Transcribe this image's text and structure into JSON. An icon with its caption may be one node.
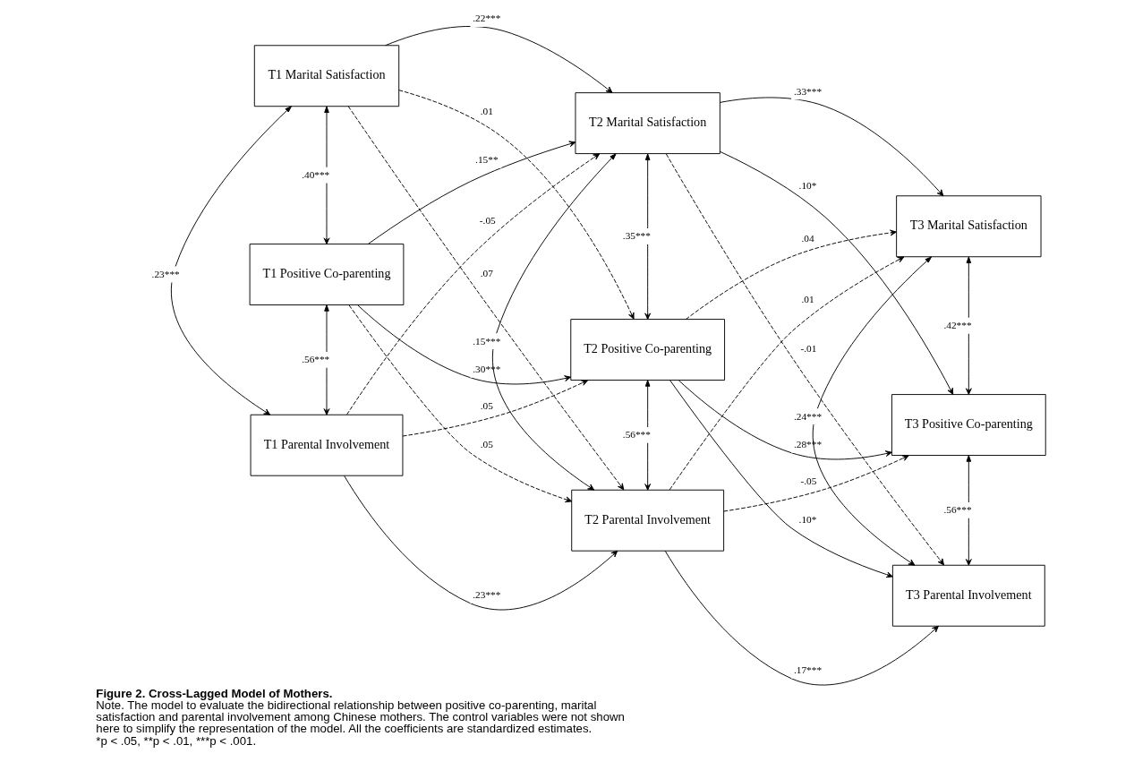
{
  "diagram": {
    "title": "Figure 2. Cross-Lagged Model of Mothers.",
    "caption": "Note. The model to evaluate the bidirectional relationship between positive co-parenting, marital satisfaction and parental involvement among Chinese mothers. The control variables were not shown here to simplify the representation of the model. All the coefficients are standardized estimates. *p < .05, **p < .01, ***p < .001.",
    "nodes": [
      {
        "text": [
          "T1 Marital Satisfaction"
        ]
      },
      {
        "text": [
          "T1 Positive Co-parenting"
        ]
      },
      {
        "text": [
          "T1 Parental Involvement"
        ]
      },
      {
        "text": [
          "T2 Marital Satisfaction"
        ]
      },
      {
        "text": [
          "T2 Positive Co-parenting"
        ]
      },
      {
        "text": [
          "T2 Parental Involvement"
        ]
      },
      {
        "text": [
          "T3 Marital Satisfaction"
        ]
      },
      {
        "text": [
          "T3 Positive Co-parenting"
        ]
      },
      {
        "text": [
          "T3 Parental Involvement"
        ]
      }
    ],
    "edges": [
      {
        "from": 0,
        "to": 3,
        "arrow": "to",
        "label": ".22***"
      },
      {
        "from": 0,
        "to": 4,
        "arrow": "to",
        "label": ".01",
        "style": "dashed"
      },
      {
        "from": 0,
        "to": 5,
        "arrow": "to",
        "label": ".07",
        "style": "dashed"
      },
      {
        "from": 1,
        "to": 3,
        "arrow": "to",
        "label": ".15**"
      },
      {
        "from": 1,
        "to": 4,
        "arrow": "to",
        "label": ".30***"
      },
      {
        "from": 1,
        "to": 5,
        "arrow": "to",
        "label": ".05",
        "style": "dashed"
      },
      {
        "from": 2,
        "to": 3,
        "arrow": "to",
        "label": "-.05",
        "style": "dashed"
      },
      {
        "from": 2,
        "to": 4,
        "arrow": "to",
        "label": ".05",
        "style": "dashed"
      },
      {
        "from": 2,
        "to": 5,
        "arrow": "to",
        "label": ".23***"
      },
      {
        "from": 3,
        "to": 6,
        "arrow": "to",
        "label": ".33***"
      },
      {
        "from": 3,
        "to": 7,
        "arrow": "to",
        "label": ".10*"
      },
      {
        "from": 3,
        "to": 8,
        "arrow": "to",
        "label": "-.01",
        "style": "dashed"
      },
      {
        "from": 4,
        "to": 6,
        "arrow": "to",
        "label": ".04",
        "style": "dashed"
      },
      {
        "from": 4,
        "to": 7,
        "arrow": "to",
        "label": ".28***"
      },
      {
        "from": 4,
        "to": 8,
        "arrow": "to",
        "label": ".10*"
      },
      {
        "from": 5,
        "to": 6,
        "arrow": "to",
        "label": ".01",
        "style": "dashed"
      },
      {
        "from": 5,
        "to": 7,
        "arrow": "to",
        "label": "-.05",
        "style": "dashed"
      },
      {
        "from": 5,
        "to": 8,
        "arrow": "to",
        "label": ".17***"
      },
      {
        "from": 0,
        "to": 1,
        "arrow": "both",
        "label": ".40***"
      },
      {
        "from": 1,
        "to": 2,
        "arrow": "both",
        "label": ".56***"
      },
      {
        "from": 0,
        "to": 2,
        "arrow": "both",
        "label": ".23***"
      },
      {
        "from": 3,
        "to": 4,
        "arrow": "both",
        "label": ".35***"
      },
      {
        "from": 4,
        "to": 5,
        "arrow": "both",
        "label": ".56***"
      },
      {
        "from": 3,
        "to": 5,
        "arrow": "both",
        "label": ".15***"
      },
      {
        "from": 6,
        "to": 7,
        "arrow": "both",
        "label": ".42***"
      },
      {
        "from": 7,
        "to": 8,
        "arrow": "both",
        "label": ".56***"
      },
      {
        "from": 6,
        "to": 8,
        "arrow": "both",
        "label": ".24***"
      }
    ]
  }
}
